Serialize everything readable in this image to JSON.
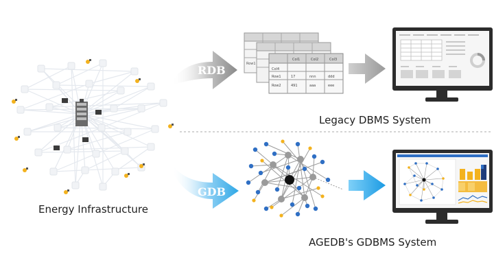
{
  "labels": {
    "energy": "Energy Infrastructure",
    "legacy": "Legacy DBMS System",
    "agedb": "AGEDB's GDBMS System",
    "rdb_arrow": "RDB",
    "gdb_arrow": "GDB"
  },
  "tables": {
    "front_header": [
      "Col1",
      "Col2",
      "Col3",
      "Col4"
    ],
    "front_rows": [
      [
        "Row1",
        "17",
        "nnn",
        "ddd"
      ],
      [
        "Row2",
        "491",
        "aaa",
        "eee"
      ]
    ],
    "back_row_label": "Row1"
  },
  "colors": {
    "rdb_arrow": "#8f8f8f",
    "gdb_arrow": "#2fa8e6",
    "monitor": "#2c2c2c",
    "node_blue": "#2f6fc4",
    "node_gray": "#9a9a9a",
    "node_yellow": "#f3b21e",
    "node_black": "#111111"
  }
}
